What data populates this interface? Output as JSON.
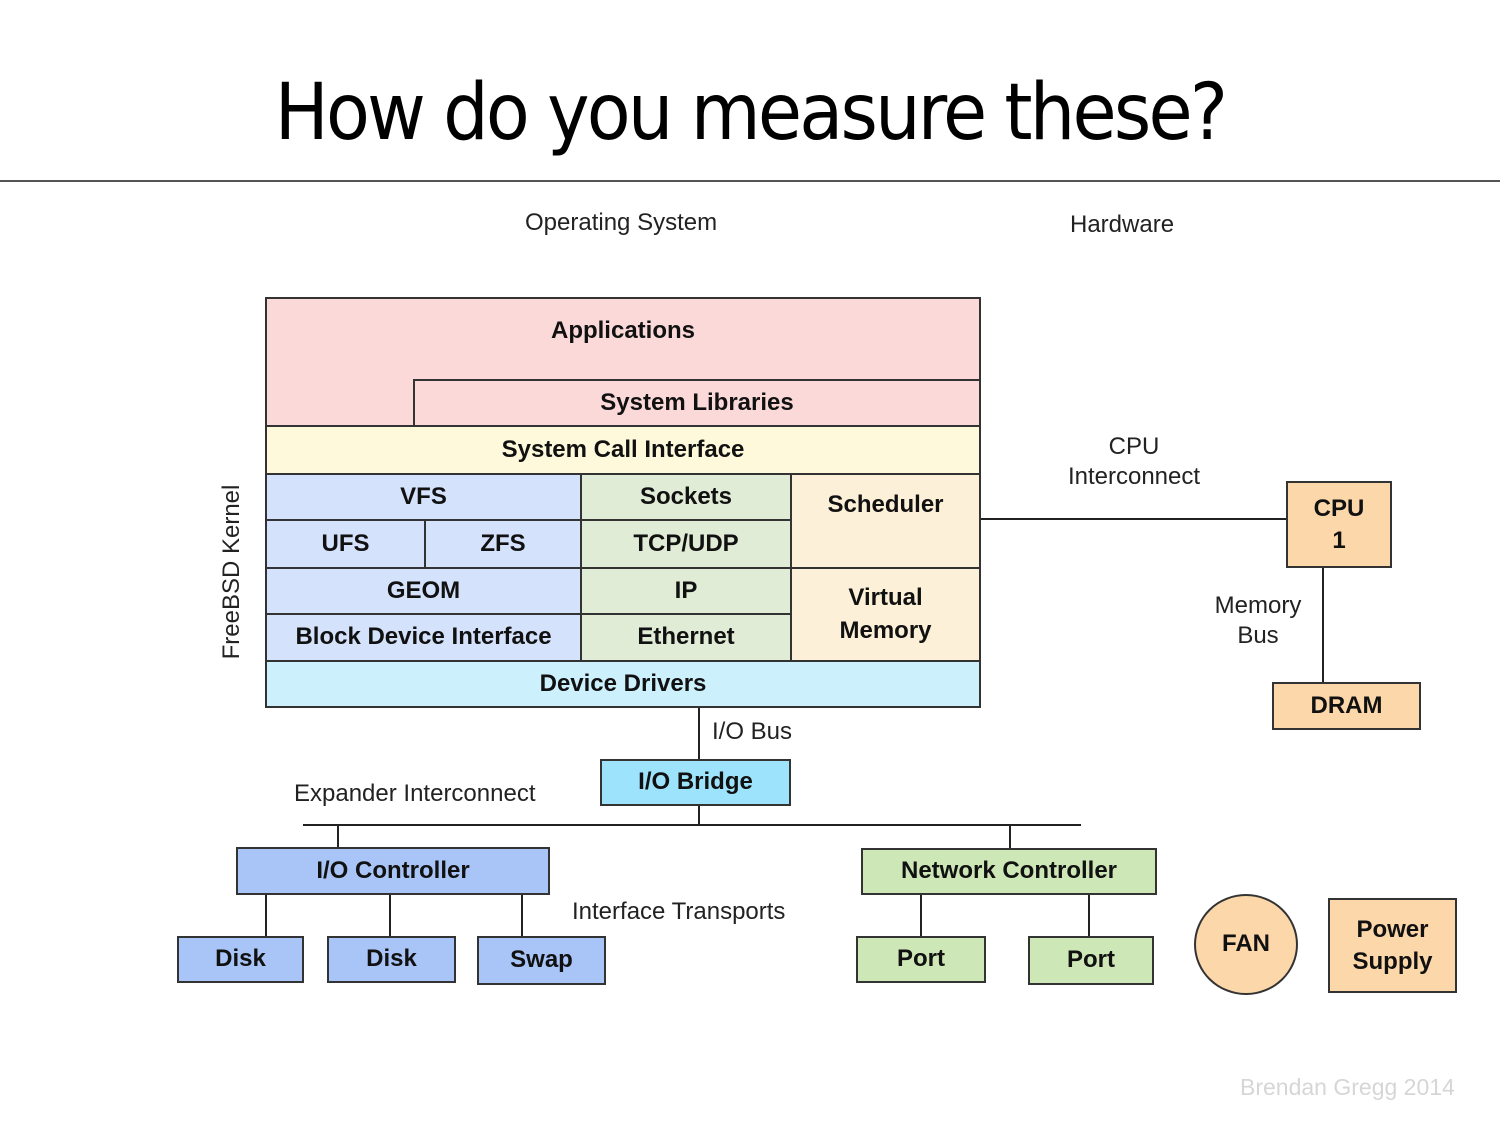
{
  "slide": {
    "title": "How do you measure these?",
    "watermark": "Brendan Gregg 2014"
  },
  "headings": {
    "os": "Operating System",
    "hardware": "Hardware",
    "kernel": "FreeBSD Kernel"
  },
  "os_stack": {
    "applications": "Applications",
    "system_libraries": "System Libraries",
    "syscall_interface": "System Call Interface",
    "vfs": "VFS",
    "ufs": "UFS",
    "zfs": "ZFS",
    "geom": "GEOM",
    "block_device_interface": "Block Device Interface",
    "sockets": "Sockets",
    "tcp_udp": "TCP/UDP",
    "ip": "IP",
    "ethernet": "Ethernet",
    "scheduler": "Scheduler",
    "virtual_memory": "Virtual\nMemory",
    "device_drivers": "Device Drivers"
  },
  "hardware": {
    "cpu_interconnect": "CPU\nInterconnect",
    "cpu": "CPU\n1",
    "memory_bus": "Memory\nBus",
    "dram": "DRAM",
    "io_bus": "I/O Bus",
    "io_bridge": "I/O Bridge",
    "expander_interconnect": "Expander Interconnect",
    "io_controller": "I/O Controller",
    "interface_transports": "Interface Transports",
    "network_controller": "Network Controller",
    "devices": [
      "Disk",
      "Disk",
      "Swap"
    ],
    "ports": [
      "Port",
      "Port"
    ],
    "fan": "FAN",
    "power_supply": "Power\nSupply"
  },
  "colors": {
    "app_layer": "#fcd9d9",
    "syscall_layer": "#fdf9da",
    "storage_layer": "#d4e2fb",
    "network_layer": "#e0ecd6",
    "cpu_mem_layer": "#fdf0d8",
    "driver_layer": "#cdf0fd",
    "io_bridge": "#9de3fb",
    "storage_hw": "#a9c4f7",
    "network_hw": "#cde7b6",
    "hw_component": "#fbd7a9"
  }
}
